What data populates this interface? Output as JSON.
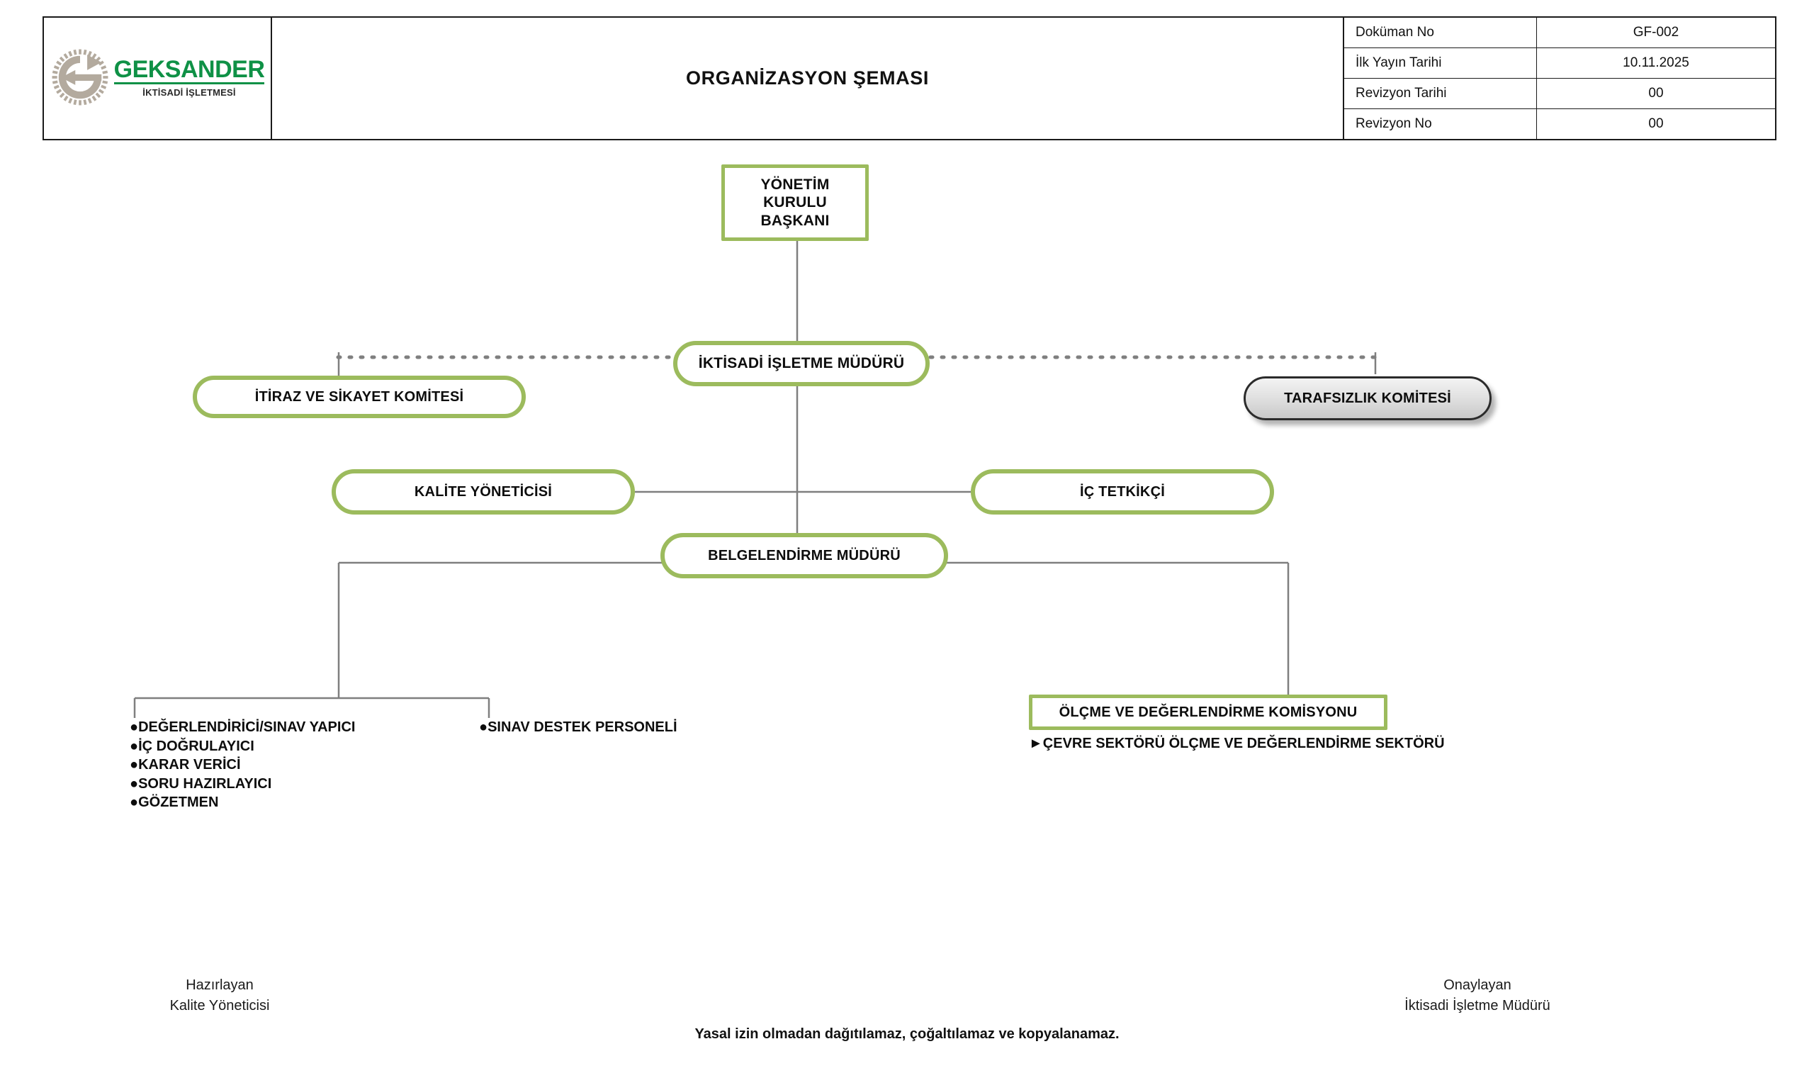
{
  "header": {
    "logo": {
      "icon": "gear-circular-arrow-icon",
      "word": "GEKSANDER",
      "subtitle": "İKTİSADİ İŞLETMESİ",
      "word_color": "#0f9146",
      "mark_color": "#b3aa9e"
    },
    "title": "ORGANİZASYON ŞEMASI",
    "meta_rows": [
      {
        "key": "Doküman No",
        "value": "GF-002"
      },
      {
        "key": "İlk Yayın Tarihi",
        "value": "10.11.2025"
      },
      {
        "key": "Revizyon Tarihi",
        "value": "00"
      },
      {
        "key": "Revizyon No",
        "value": "00"
      }
    ]
  },
  "chart_data": {
    "type": "diagram",
    "title": "ORGANİZASYON ŞEMASI",
    "accent_color": "#9cbb5d",
    "connector_color": "#7f7f7f",
    "nodes": [
      {
        "id": "yonetim-kurulu-baskani",
        "label": "YÖNETİM\nKURULU\nBAŞKANI",
        "shape": "rect",
        "style": "green"
      },
      {
        "id": "iktisadi-isletme-muduru",
        "label": "İKTİSADİ İŞLETME MÜDÜRÜ",
        "shape": "pill",
        "style": "green"
      },
      {
        "id": "itiraz-ve-sikayet-komitesi",
        "label": "İTİRAZ  VE SİKAYET   KOMİTESİ",
        "shape": "pill",
        "style": "green"
      },
      {
        "id": "tarafsizlik-komitesi",
        "label": "TARAFSIZLIK  KOMİTESİ",
        "shape": "pill",
        "style": "gray"
      },
      {
        "id": "kalite-yoneticisi",
        "label": "KALİTE YÖNETİCİSİ",
        "shape": "pill",
        "style": "green"
      },
      {
        "id": "ic-tetkikci",
        "label": "İÇ TETKİKÇİ",
        "shape": "pill",
        "style": "green"
      },
      {
        "id": "belgelendirme-muduru",
        "label": "BELGELENDİRME  MÜDÜRÜ",
        "shape": "pill",
        "style": "green"
      },
      {
        "id": "olcme-ve-degerlendirme-komisyonu",
        "label": "ÖLÇME VE DEĞERLENDİRME KOMİSYONU",
        "shape": "rect",
        "style": "green"
      }
    ],
    "edges": [
      {
        "from": "yonetim-kurulu-baskani",
        "to": "iktisadi-isletme-muduru",
        "style": "solid"
      },
      {
        "from": "iktisadi-isletme-muduru",
        "to": "itiraz-ve-sikayet-komitesi",
        "style": "dotted"
      },
      {
        "from": "iktisadi-isletme-muduru",
        "to": "tarafsizlik-komitesi",
        "style": "dotted"
      },
      {
        "from": "iktisadi-isletme-muduru",
        "to": "kalite-yoneticisi",
        "style": "solid"
      },
      {
        "from": "iktisadi-isletme-muduru",
        "to": "ic-tetkikci",
        "style": "solid"
      },
      {
        "from": "iktisadi-isletme-muduru",
        "to": "belgelendirme-muduru",
        "style": "solid"
      },
      {
        "from": "belgelendirme-muduru",
        "to": "personel-listesi",
        "style": "solid"
      },
      {
        "from": "belgelendirme-muduru",
        "to": "olcme-ve-degerlendirme-komisyonu",
        "style": "solid"
      }
    ]
  },
  "nodes": {
    "yonetim_kurulu_baskani": {
      "line1": "YÖNETİM",
      "line2": "KURULU",
      "line3": "BAŞKANI"
    },
    "iktisadi_isletme_muduru": "İKTİSADİ İŞLETME MÜDÜRÜ",
    "itiraz_ve_sikayet_komitesi": "İTİRAZ  VE SİKAYET   KOMİTESİ",
    "tarafsizlik_komitesi": "TARAFSIZLIK  KOMİTESİ",
    "kalite_yoneticisi": "KALİTE YÖNETİCİSİ",
    "ic_tetkikci": "İÇ TETKİKÇİ",
    "belgelendirme_muduru": "BELGELENDİRME  MÜDÜRÜ",
    "olcme_ve_degerlendirme_komisyonu": "ÖLÇME VE DEĞERLENDİRME KOMİSYONU"
  },
  "lists": {
    "left_column": [
      "●DEĞERLENDİRİCİ/SINAV YAPICI",
      "●İÇ DOĞRULAYICI",
      "●KARAR VERİCİ",
      "●SORU HAZIRLAYICI",
      "●GÖZETMEN"
    ],
    "middle_column": [
      "●SINAV DESTEK PERSONELİ"
    ],
    "right_note": "►ÇEVRE SEKTÖRÜ ÖLÇME VE DEĞERLENDİRME SEKTÖRÜ"
  },
  "footer": {
    "prepared_by": {
      "role": "Hazırlayan",
      "name": "Kalite Yöneticisi"
    },
    "approved_by": {
      "role": "Onaylayan",
      "name": "İktisadi İşletme Müdürü"
    },
    "disclaimer": "Yasal izin olmadan dağıtılamaz, çoğaltılamaz ve kopyalanamaz."
  }
}
